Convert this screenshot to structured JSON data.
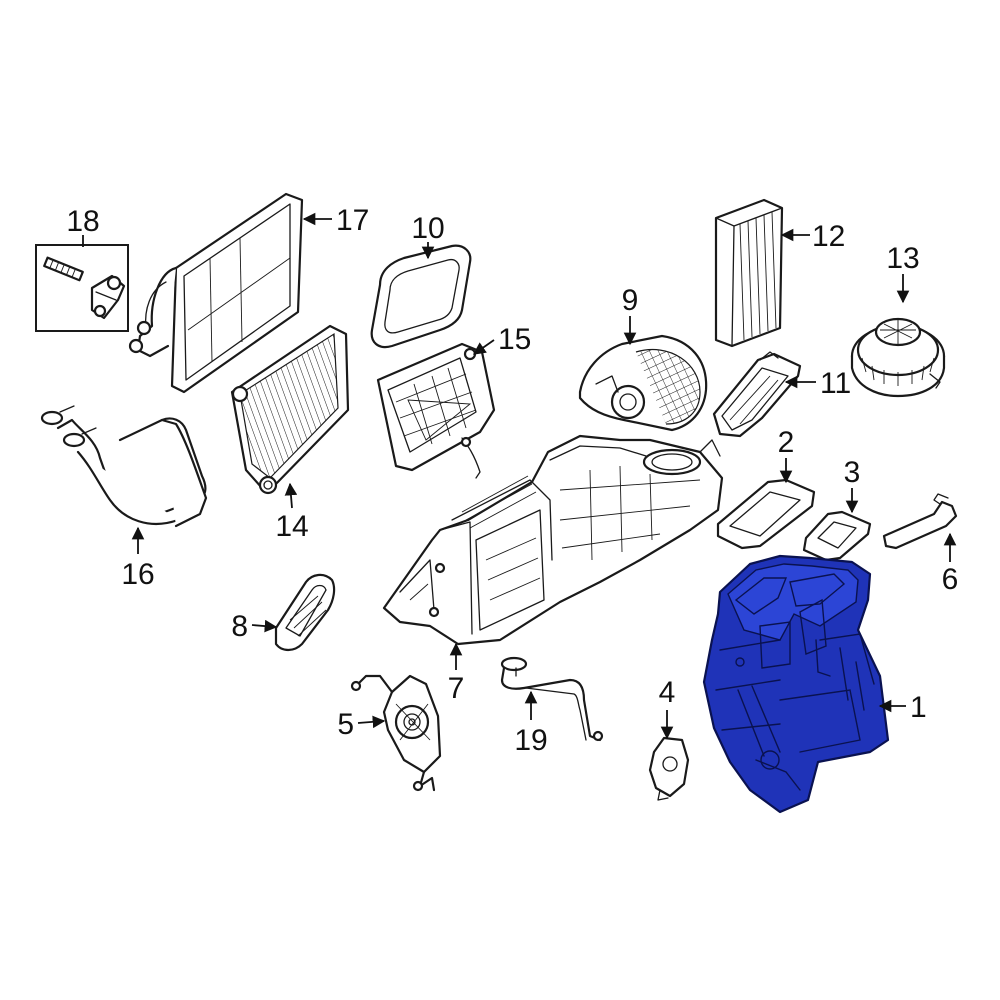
{
  "diagram": {
    "highlight_color": "#1f33b8",
    "callouts": [
      {
        "id": "1",
        "label": "1"
      },
      {
        "id": "2",
        "label": "2"
      },
      {
        "id": "3",
        "label": "3"
      },
      {
        "id": "4",
        "label": "4"
      },
      {
        "id": "5",
        "label": "5"
      },
      {
        "id": "6",
        "label": "6"
      },
      {
        "id": "7",
        "label": "7"
      },
      {
        "id": "8",
        "label": "8"
      },
      {
        "id": "9",
        "label": "9"
      },
      {
        "id": "10",
        "label": "10"
      },
      {
        "id": "11",
        "label": "11"
      },
      {
        "id": "12",
        "label": "12"
      },
      {
        "id": "13",
        "label": "13"
      },
      {
        "id": "14",
        "label": "14"
      },
      {
        "id": "15",
        "label": "15"
      },
      {
        "id": "16",
        "label": "16"
      },
      {
        "id": "17",
        "label": "17"
      },
      {
        "id": "18",
        "label": "18"
      },
      {
        "id": "19",
        "label": "19"
      }
    ]
  }
}
